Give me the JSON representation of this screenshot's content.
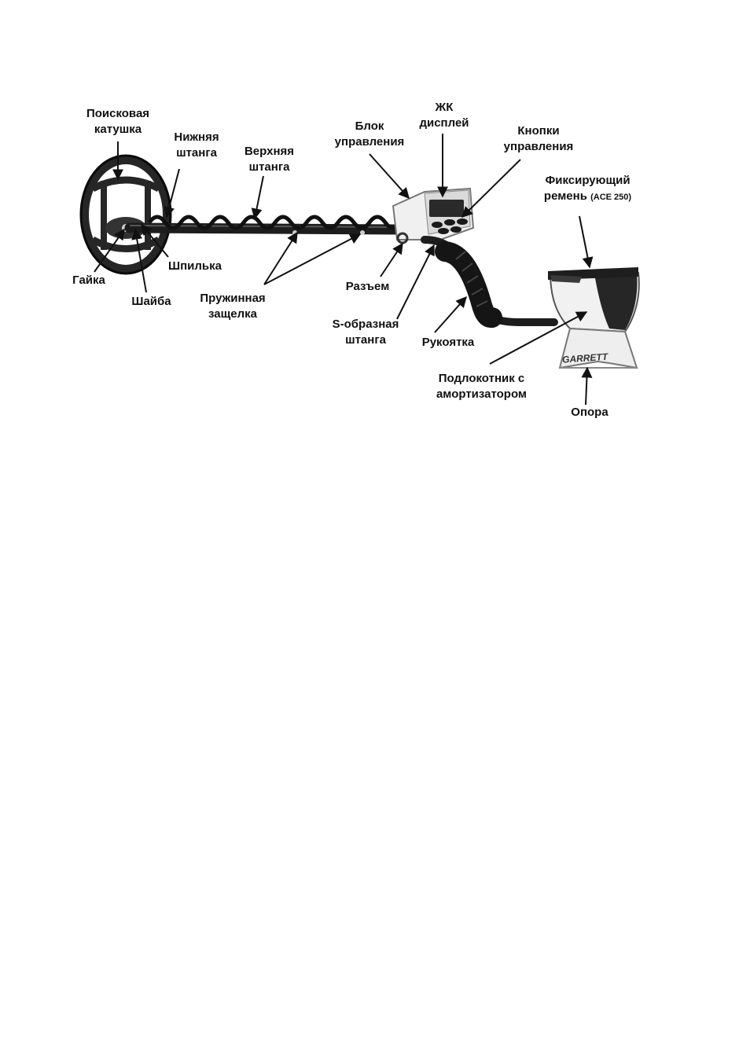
{
  "labels": {
    "search_coil": [
      "Поисковая",
      "катушка"
    ],
    "lower_shaft": [
      "Нижняя",
      "штанга"
    ],
    "upper_shaft": [
      "Верхняя",
      "штанга"
    ],
    "control_box": [
      "Блок",
      "управления"
    ],
    "lcd": [
      "ЖК",
      "дисплей"
    ],
    "control_buttons": [
      "Кнопки",
      "управления"
    ],
    "strap": [
      "Фиксирующий",
      "ремень"
    ],
    "strap_note": "(ACE 250)",
    "nut": "Гайка",
    "washer": "Шайба",
    "bolt": "Шпилька",
    "spring_latch": [
      "Пружинная",
      "защелка"
    ],
    "connector": "Разъем",
    "s_rod": [
      "S-образная",
      "штанга"
    ],
    "handle": "Рукоятка",
    "armrest": [
      "Подлокотник с",
      "амортизатором"
    ],
    "stand": "Опора"
  },
  "brand": "GARRETT"
}
